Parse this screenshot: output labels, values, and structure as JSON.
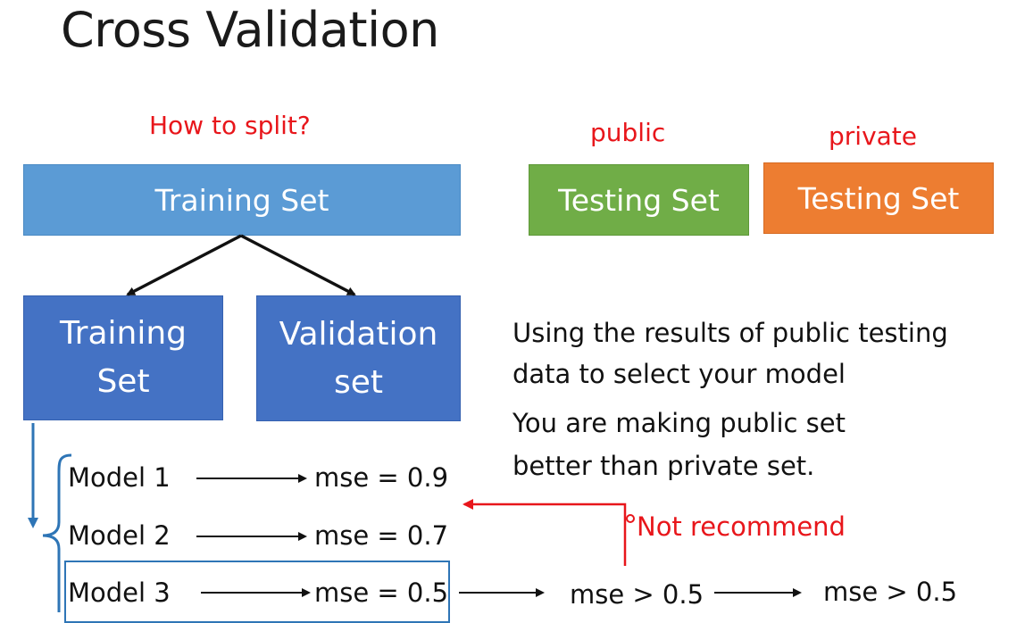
{
  "title": "Cross Validation",
  "labels": {
    "how_to_split": "How to split?",
    "public": "public",
    "private": "private",
    "not_recommend": "Not recommend"
  },
  "boxes": {
    "training_set": "Training Set",
    "public_testing_set": "Testing Set",
    "private_testing_set": "Testing Set",
    "training_sub_line1": "Training",
    "training_sub_line2": "Set",
    "validation_line1": "Validation",
    "validation_line2": "set"
  },
  "notes": {
    "line1": "Using the results of public testing",
    "line2": "data to select your model",
    "line3": "You are making public set",
    "line4": "better than private set."
  },
  "models": [
    {
      "name": "Model 1",
      "result": "mse = 0.9"
    },
    {
      "name": "Model 2",
      "result": "mse = 0.7"
    },
    {
      "name": "Model 3",
      "result": "mse = 0.5"
    }
  ],
  "downstream": {
    "public_result": "mse > 0.5",
    "private_result": "mse > 0.5"
  },
  "colors": {
    "title_text": "#1a1a1a",
    "red_text": "#e8161b",
    "training_main": "#5b9bd5",
    "public_testing": "#70ad47",
    "private_testing": "#ed7d31",
    "sub_boxes": "#4472c4",
    "bracket_blue": "#2e75b6"
  }
}
